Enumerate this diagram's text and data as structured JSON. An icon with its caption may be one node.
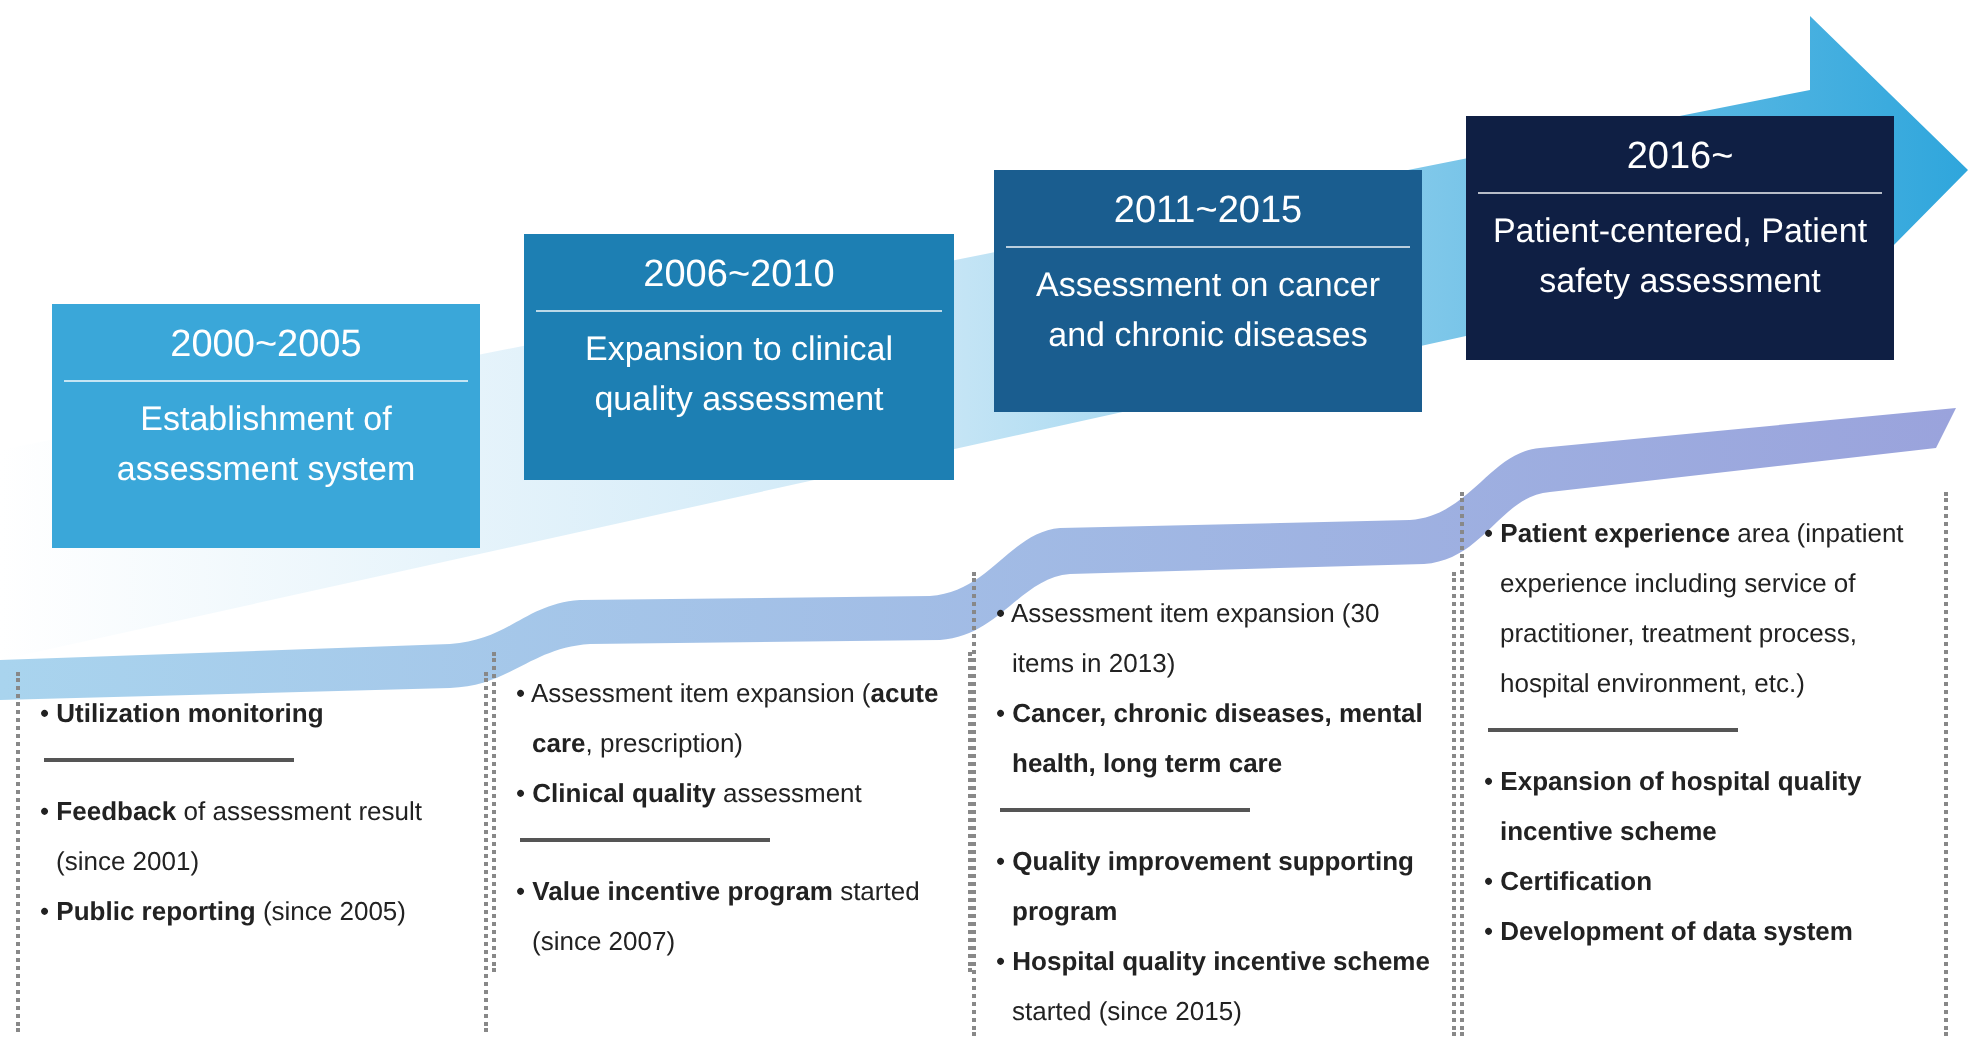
{
  "diagram": {
    "nodes": [
      {
        "text": [
          "2000~2005",
          "Establishment of assessment system"
        ]
      },
      {
        "text": [
          "2006~2010",
          "Expansion to clinical quality assessment"
        ]
      },
      {
        "text": [
          "2011~2015",
          "Assessment on cancer and chronic diseases"
        ]
      },
      {
        "text": [
          "2016~",
          "Patient-centered, Patient safety assessment"
        ]
      },
      {
        "text": [
          "• **Utilization monitoring**",
          "• **Feedback** of assessment result (since 2001)",
          "• **Public reporting** (since 2005)"
        ]
      },
      {
        "text": [
          "• Assessment item expansion (**acute care**, prescription)",
          "• **Clinical quality** assessment",
          "• **Value incentive program** started (since 2007)"
        ]
      },
      {
        "text": [
          "• Assessment item expansion (30 items in 2013)",
          "• **Cancer, chronic diseases, mental health, long term care**",
          "• **Quality improvement supporting program**",
          "• **Hospital quality incentive scheme** started (since 2015)"
        ]
      },
      {
        "text": [
          "• **Patient experience** area (inpatient experience including service of practitioner, treatment process, hospital environment, etc.)",
          "• **Expansion of hospital quality incentive scheme**",
          "• **Certification**",
          "• **Development of data system**"
        ]
      }
    ],
    "edges": []
  }
}
